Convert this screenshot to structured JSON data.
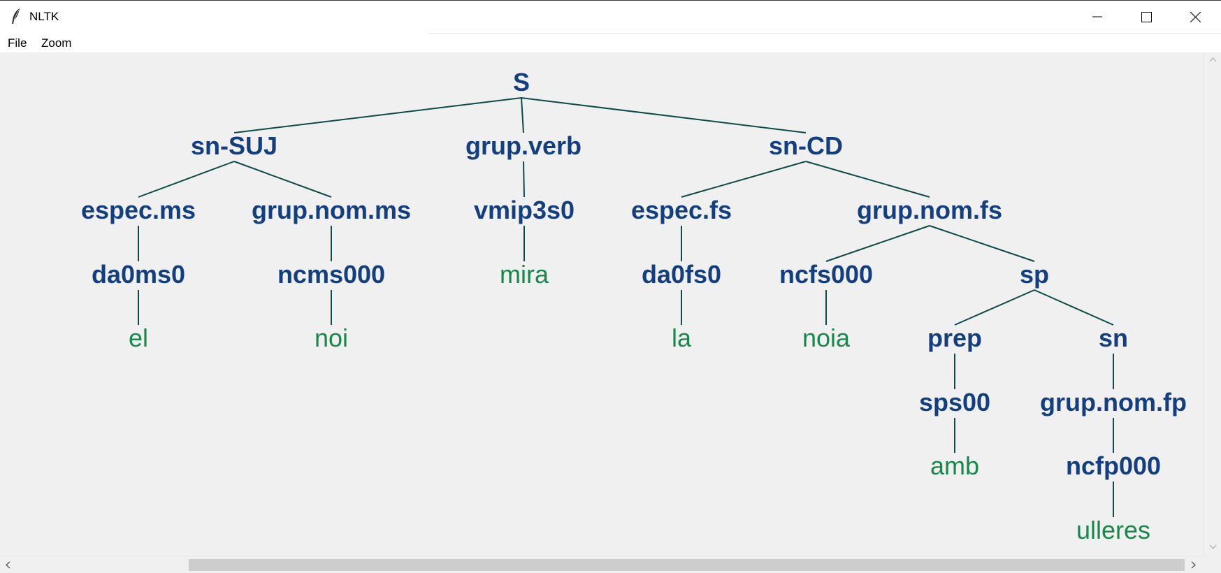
{
  "window": {
    "title": "NLTK",
    "icon": "feather-icon"
  },
  "menu": {
    "items": [
      {
        "label": "File"
      },
      {
        "label": "Zoom"
      }
    ]
  },
  "tree": {
    "colors": {
      "nonterminal": "#133f7f",
      "leaf": "#17874a",
      "branch": "#0d4a4a"
    },
    "nodes": [
      {
        "id": "S",
        "label": "S",
        "type": "nonterminal",
        "parent": null
      },
      {
        "id": "snSUJ",
        "label": "sn-SUJ",
        "type": "nonterminal",
        "parent": "S"
      },
      {
        "id": "grupverb",
        "label": "grup.verb",
        "type": "nonterminal",
        "parent": "S"
      },
      {
        "id": "snCD",
        "label": "sn-CD",
        "type": "nonterminal",
        "parent": "S"
      },
      {
        "id": "especms",
        "label": "espec.ms",
        "type": "nonterminal",
        "parent": "snSUJ"
      },
      {
        "id": "grupnomms",
        "label": "grup.nom.ms",
        "type": "nonterminal",
        "parent": "snSUJ"
      },
      {
        "id": "vmip3s0",
        "label": "vmip3s0",
        "type": "nonterminal",
        "parent": "grupverb"
      },
      {
        "id": "especfs",
        "label": "espec.fs",
        "type": "nonterminal",
        "parent": "snCD"
      },
      {
        "id": "grupnomfs",
        "label": "grup.nom.fs",
        "type": "nonterminal",
        "parent": "snCD"
      },
      {
        "id": "da0ms0",
        "label": "da0ms0",
        "type": "nonterminal",
        "parent": "especms"
      },
      {
        "id": "ncms000",
        "label": "ncms000",
        "type": "nonterminal",
        "parent": "grupnomms"
      },
      {
        "id": "mira",
        "label": "mira",
        "type": "leaf",
        "parent": "vmip3s0"
      },
      {
        "id": "da0fs0",
        "label": "da0fs0",
        "type": "nonterminal",
        "parent": "especfs"
      },
      {
        "id": "ncfs000",
        "label": "ncfs000",
        "type": "nonterminal",
        "parent": "grupnomfs"
      },
      {
        "id": "sp",
        "label": "sp",
        "type": "nonterminal",
        "parent": "grupnomfs"
      },
      {
        "id": "el",
        "label": "el",
        "type": "leaf",
        "parent": "da0ms0"
      },
      {
        "id": "noi",
        "label": "noi",
        "type": "leaf",
        "parent": "ncms000"
      },
      {
        "id": "la",
        "label": "la",
        "type": "leaf",
        "parent": "da0fs0"
      },
      {
        "id": "noia",
        "label": "noia",
        "type": "leaf",
        "parent": "ncfs000"
      },
      {
        "id": "prep",
        "label": "prep",
        "type": "nonterminal",
        "parent": "sp"
      },
      {
        "id": "sn",
        "label": "sn",
        "type": "nonterminal",
        "parent": "sp"
      },
      {
        "id": "sps00",
        "label": "sps00",
        "type": "nonterminal",
        "parent": "prep"
      },
      {
        "id": "grupnomfp",
        "label": "grup.nom.fp",
        "type": "nonterminal",
        "parent": "sn"
      },
      {
        "id": "amb",
        "label": "amb",
        "type": "leaf",
        "parent": "sps00"
      },
      {
        "id": "ncfp000",
        "label": "ncfp000",
        "type": "nonterminal",
        "parent": "grupnomfp"
      },
      {
        "id": "ulleres",
        "label": "ulleres",
        "type": "leaf",
        "parent": "ncfp000"
      }
    ]
  },
  "scrollbars": {
    "horizontal": {
      "thumb_start": 0.157,
      "thumb_size": 0.83
    },
    "vertical": {
      "thumb_size": 1.0
    }
  }
}
